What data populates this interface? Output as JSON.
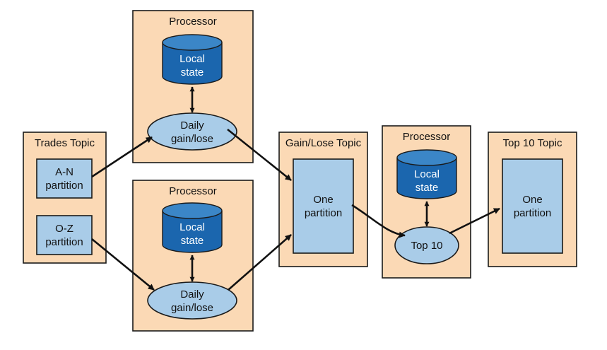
{
  "trades_topic": {
    "title": "Trades Topic",
    "partitions": [
      [
        "A-N",
        "partition"
      ],
      [
        "O-Z",
        "partition"
      ]
    ]
  },
  "processor_top": {
    "title": "Processor",
    "store": [
      "Local",
      "state"
    ],
    "op": [
      "Daily",
      "gain/lose"
    ]
  },
  "processor_bottom": {
    "title": "Processor",
    "store": [
      "Local",
      "state"
    ],
    "op": [
      "Daily",
      "gain/lose"
    ]
  },
  "gainlose_topic": {
    "title": "Gain/Lose Topic",
    "partition": [
      "One",
      "partition"
    ]
  },
  "processor_right": {
    "title": "Processor",
    "store": [
      "Local",
      "state"
    ],
    "op": [
      "Top 10"
    ]
  },
  "top10_topic": {
    "title": "Top 10 Topic",
    "partition": [
      "One",
      "partition"
    ]
  },
  "colors": {
    "container": "#fbd9b5",
    "partition": "#a9cce8",
    "store_top": "#3b86c7",
    "store_body": "#1b66ae",
    "edge": "#111111"
  }
}
